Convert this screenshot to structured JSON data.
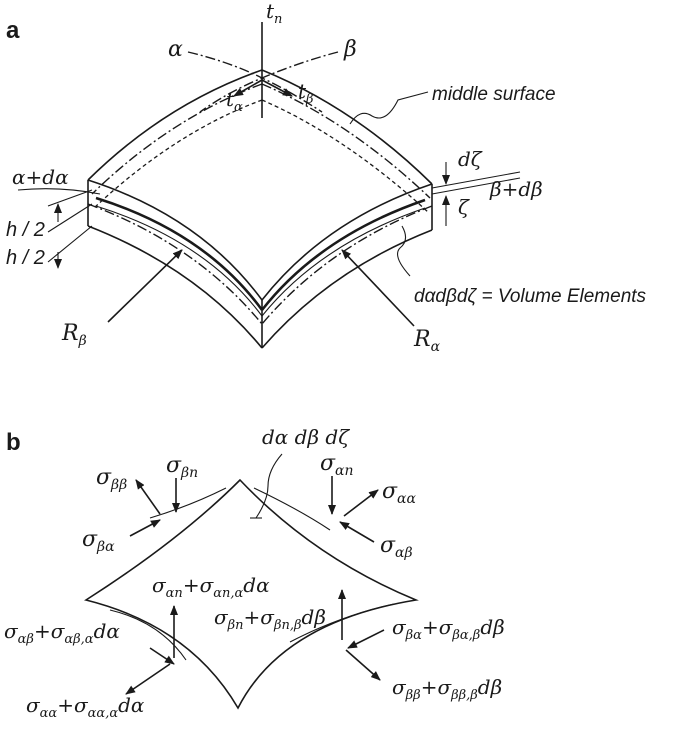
{
  "panels": {
    "a": "a",
    "b": "b"
  },
  "labels_a": {
    "tn": "t",
    "tn_sub": "n",
    "alpha": "α",
    "beta": "β",
    "talpha": "t",
    "talpha_sub": "α",
    "tbeta": "t",
    "tbeta_sub": "β",
    "middle_surface": "middle surface",
    "alpha_dalpha": "α+dα",
    "dzeta": "dζ",
    "zeta": "ζ",
    "beta_dbeta": "β+dβ",
    "h_half_1": "h / 2",
    "h_half_2": "h / 2",
    "volume_elements": "dαdβdζ = Volume Elements",
    "R_beta": "R",
    "R_beta_sub": "β",
    "R_alpha": "R",
    "R_alpha_sub": "α"
  },
  "labels_b": {
    "element": "dα dβ dζ",
    "s_bb": "σ",
    "s_bb_sub": "ββ",
    "s_bn": "σ",
    "s_bn_sub": "βn",
    "s_ba": "σ",
    "s_ba_sub": "βα",
    "s_an": "σ",
    "s_an_sub": "αn",
    "s_aa": "σ",
    "s_aa_sub": "αα",
    "s_ab": "σ",
    "s_ab_sub": "αβ",
    "s_an_d_1": "σ",
    "s_an_d_2": "αn",
    "s_an_d_3": "+σ",
    "s_an_d_4": "αn,α",
    "s_an_d_5": "dα",
    "s_bn_d_1": "σ",
    "s_bn_d_2": "βn",
    "s_bn_d_3": "+σ",
    "s_bn_d_4": "βn,β",
    "s_bn_d_5": "dβ",
    "s_ab_d_1": "σ",
    "s_ab_d_2": "αβ",
    "s_ab_d_3": "+σ",
    "s_ab_d_4": "αβ,α",
    "s_ab_d_5": "dα",
    "s_ba_d_1": "σ",
    "s_ba_d_2": "βα",
    "s_ba_d_3": "+σ",
    "s_ba_d_4": "βα,β",
    "s_ba_d_5": "dβ",
    "s_aa_d_1": "σ",
    "s_aa_d_2": "αα",
    "s_aa_d_3": "+σ",
    "s_aa_d_4": "αα,α",
    "s_aa_d_5": "dα",
    "s_bb_d_1": "σ",
    "s_bb_d_2": "ββ",
    "s_bb_d_3": "+σ",
    "s_bb_d_4": "ββ,β",
    "s_bb_d_5": "dβ"
  }
}
